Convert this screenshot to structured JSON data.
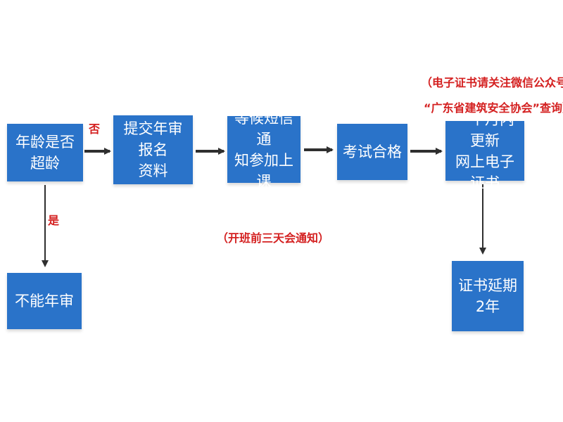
{
  "nodes": {
    "age_check": "年龄是否超龄",
    "submit": [
      "提交年审报名",
      "资料"
    ],
    "wait": [
      "等候短信通",
      "知参加上课"
    ],
    "exam": "考试合格",
    "update": [
      "一个月内更新",
      "网上电子证书"
    ],
    "cannot": "不能年审",
    "extend": "证书延期2年"
  },
  "labels": {
    "no": "否",
    "yes": "是",
    "notice": "（开班前三天会通知）",
    "wechat_line1": "（电子证书请关注微信公众号",
    "wechat_line2": "“广东省建筑安全协会”查询）"
  },
  "colors": {
    "box": "#2a73c9",
    "arrow": "#2f2f2f",
    "annotation": "#d42020"
  }
}
